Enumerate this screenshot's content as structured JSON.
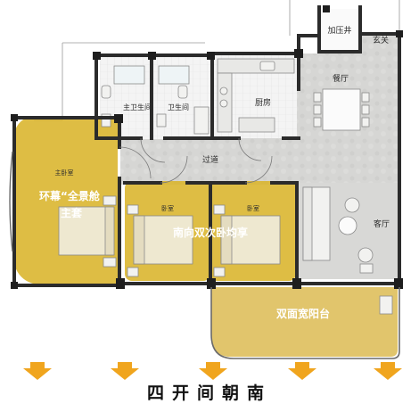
{
  "rooms": {
    "pressurized_shaft": "加压井",
    "entrance": "玄关",
    "dining": "餐厅",
    "kitchen": "厨房",
    "master_bath": "主卫生间",
    "guest_bath": "卫生间",
    "master_bedroom": "主卧室",
    "corridor": "过道",
    "bedroom_2": "卧室",
    "bedroom_3": "卧室",
    "living": "客厅"
  },
  "highlights": {
    "master_suite_line1": "环幕“全景舱",
    "master_suite_line2": "主套",
    "south_bedrooms": "南向双次卧均享",
    "balcony": "双面宽阳台"
  },
  "footer": {
    "title": "四开间朝南"
  },
  "colors": {
    "highlight": "#d9b42a",
    "floor": "#d4d4d2",
    "wall": "#2b2b2b",
    "arrow": "#f0a51e"
  }
}
